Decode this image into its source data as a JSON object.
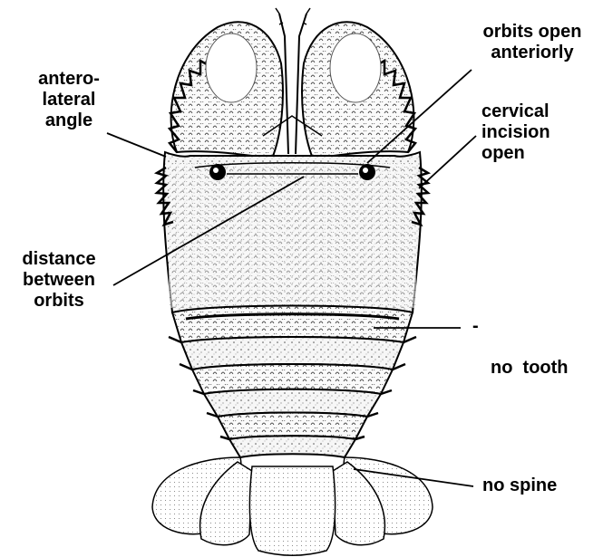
{
  "labels": {
    "anterolateral_angle": [
      "antero-",
      "lateral",
      "angle"
    ],
    "orbits_open_anteriorly": [
      "orbits open",
      "anteriorly"
    ],
    "cervical_incision_open": [
      "cervical",
      "incision",
      "open"
    ],
    "distance_between_orbits": [
      "distance",
      "between",
      "orbits"
    ],
    "no_tooth": "no  tooth",
    "no_tooth_dash": "-",
    "no_spine": "no spine"
  },
  "colors": {
    "ink": "#000000",
    "paper": "#ffffff",
    "shell": "#f4f4f4"
  }
}
